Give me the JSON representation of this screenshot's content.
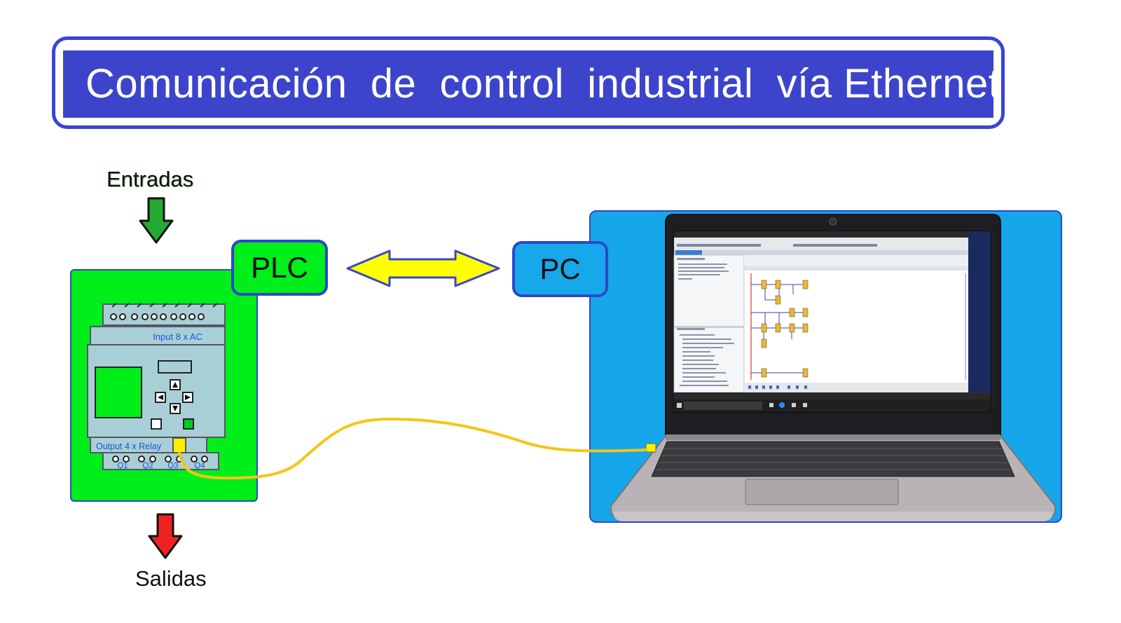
{
  "title": "Comunicación  de  control  industrial  vía Ethernet",
  "labels": {
    "inputs": "Entradas",
    "outputs": "Salidas",
    "plc": "PLC",
    "pc": "PC"
  },
  "plc_device": {
    "input_label": "Input 8 x AC",
    "output_label": "Output 4 x Relay",
    "output_terminals": [
      "Q1",
      "Q2",
      "Q3",
      "Q4"
    ]
  },
  "colors": {
    "title_bar": "#3d44cc",
    "frame_border": "#3a44d6",
    "plc_green": "#00ee1a",
    "pc_blue": "#16a6ea",
    "arrow_yellow": "#ffff00",
    "cable_yellow": "#f5c518",
    "input_arrow": "#22aa33",
    "output_arrow": "#ee2222"
  },
  "icons": [
    "arrow-down-icon",
    "double-arrow-icon",
    "laptop-icon",
    "plc-device-icon",
    "ethernet-cable-icon"
  ]
}
